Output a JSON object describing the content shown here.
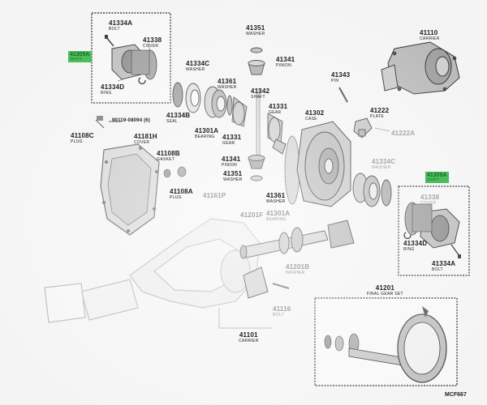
{
  "labels": {
    "l41334a_top": {
      "num": "41334A",
      "cap": "BOLT"
    },
    "l41338_top": {
      "num": "41338",
      "cap": "COVER"
    },
    "l41334d_top": {
      "num": "41334D",
      "cap": "RING"
    },
    "l41309a_left": {
      "num": "41309A",
      "cap": "SHAFT"
    },
    "l41351_top": {
      "num": "41351",
      "cap": "WASHER"
    },
    "l41341_top": {
      "num": "41341",
      "cap": "PINION"
    },
    "l41334c": {
      "num": "41334C",
      "cap": "WASHER"
    },
    "l41361": {
      "num": "41361",
      "cap": "WASHER"
    },
    "l41342": {
      "num": "41342",
      "cap": "SHAFT"
    },
    "l41343": {
      "num": "41343",
      "cap": "PIN"
    },
    "l41110": {
      "num": "41110",
      "cap": "CARRIER"
    },
    "l41334b": {
      "num": "41334B",
      "cap": "SEAL"
    },
    "l41301a_left": {
      "num": "41301A",
      "cap": "BEARING"
    },
    "l41331_left": {
      "num": "41331",
      "cap": "GEAR"
    },
    "l41331_mid": {
      "num": "41331",
      "cap": "GEAR"
    },
    "l41302": {
      "num": "41302",
      "cap": "CASE"
    },
    "l41222": {
      "num": "41222",
      "cap": "PLATE"
    },
    "l41222a": {
      "num": "41222A",
      "cap": ""
    },
    "l90119": {
      "num": "90119-08094 (6)",
      "cap": ""
    },
    "l41108c": {
      "num": "41108C",
      "cap": "PLUG"
    },
    "l41181h": {
      "num": "41181H",
      "cap": "COVER"
    },
    "l41108b": {
      "num": "41108B",
      "cap": "GASKET"
    },
    "l41108a": {
      "num": "41108A",
      "cap": "PLUG"
    },
    "l41341_mid": {
      "num": "41341",
      "cap": "PINION"
    },
    "l41351_mid": {
      "num": "41351",
      "cap": "WASHER"
    },
    "l41361_mid": {
      "num": "41361",
      "cap": "WASHER"
    },
    "l41301a_mid": {
      "num": "41301A",
      "cap": "BEARING"
    },
    "l41334c_right": {
      "num": "41334C",
      "cap": "WASHER"
    },
    "l41309a_right": {
      "num": "41309A",
      "cap": "SHAFT"
    },
    "l41338_right": {
      "num": "41338",
      "cap": "COVER"
    },
    "l41334d_right": {
      "num": "41334D",
      "cap": "RING"
    },
    "l41334a_right": {
      "num": "41334A",
      "cap": "BOLT"
    },
    "l41201b": {
      "num": "41201B",
      "cap": "WASHER"
    },
    "l41201": {
      "num": "41201",
      "cap": "FINAL GEAR SET"
    },
    "l41101": {
      "num": "41101",
      "cap": "CARRIER"
    },
    "l41116": {
      "num": "41116",
      "cap": "BOLT"
    },
    "l41161p": {
      "num": "41161P",
      "cap": ""
    },
    "l41201f": {
      "num": "41201F",
      "cap": ""
    }
  },
  "figure_code": "MCF667"
}
